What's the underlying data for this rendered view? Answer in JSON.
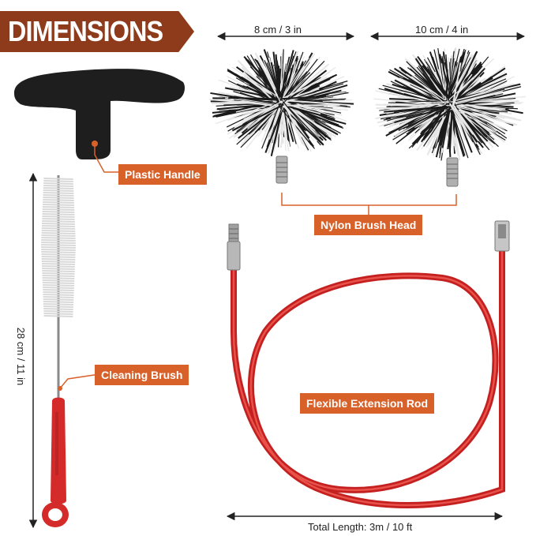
{
  "header": {
    "title": "DIMENSIONS"
  },
  "labels": {
    "plastic_handle": "Plastic Handle",
    "nylon_brush_head": "Nylon Brush Head",
    "cleaning_brush": "Cleaning Brush",
    "flexible_extension_rod": "Flexible Extension Rod"
  },
  "dimensions": {
    "small_brush_width": "8 cm / 3 in",
    "large_brush_width": "10 cm / 4 in",
    "cleaning_brush_length": "28 cm / 11 in",
    "total_length": "Total Length:  3m / 10 ft"
  },
  "colors": {
    "banner": "#8e3b1c",
    "tag": "#d8612a",
    "rod": "#d42a2a"
  }
}
